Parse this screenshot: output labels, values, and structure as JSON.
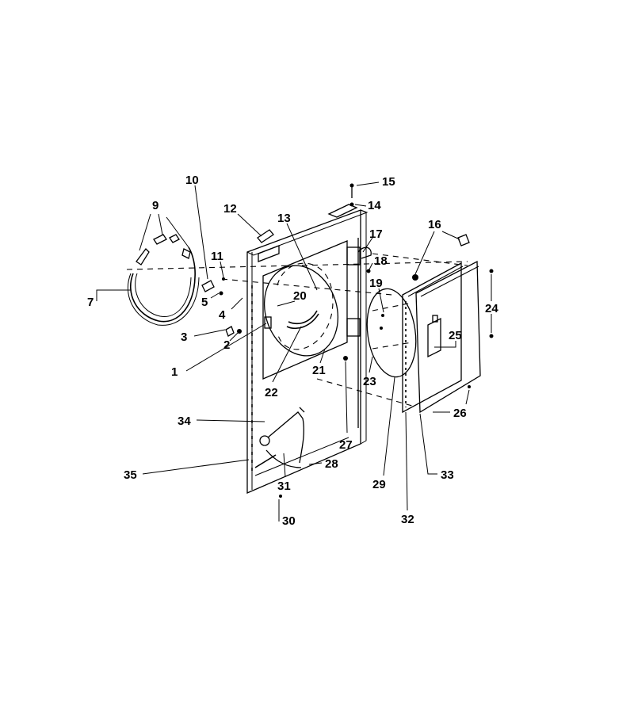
{
  "diagram": {
    "labels": [
      {
        "id": "1",
        "text": "1"
      },
      {
        "id": "2",
        "text": "2"
      },
      {
        "id": "3",
        "text": "3"
      },
      {
        "id": "4",
        "text": "4"
      },
      {
        "id": "5",
        "text": "5"
      },
      {
        "id": "7",
        "text": "7"
      },
      {
        "id": "9",
        "text": "9"
      },
      {
        "id": "10",
        "text": "10"
      },
      {
        "id": "11",
        "text": "11"
      },
      {
        "id": "12",
        "text": "12"
      },
      {
        "id": "13",
        "text": "13"
      },
      {
        "id": "14",
        "text": "14"
      },
      {
        "id": "15",
        "text": "15"
      },
      {
        "id": "16",
        "text": "16"
      },
      {
        "id": "17",
        "text": "17"
      },
      {
        "id": "18",
        "text": "18"
      },
      {
        "id": "19",
        "text": "19"
      },
      {
        "id": "20",
        "text": "20"
      },
      {
        "id": "21",
        "text": "21"
      },
      {
        "id": "22",
        "text": "22"
      },
      {
        "id": "23",
        "text": "23"
      },
      {
        "id": "24",
        "text": "24"
      },
      {
        "id": "25",
        "text": "25"
      },
      {
        "id": "26",
        "text": "26"
      },
      {
        "id": "27",
        "text": "27"
      },
      {
        "id": "28",
        "text": "28"
      },
      {
        "id": "29",
        "text": "29"
      },
      {
        "id": "30",
        "text": "30"
      },
      {
        "id": "31",
        "text": "31"
      },
      {
        "id": "32",
        "text": "32"
      },
      {
        "id": "33",
        "text": "33"
      },
      {
        "id": "34",
        "text": "34"
      },
      {
        "id": "35",
        "text": "35"
      }
    ]
  }
}
